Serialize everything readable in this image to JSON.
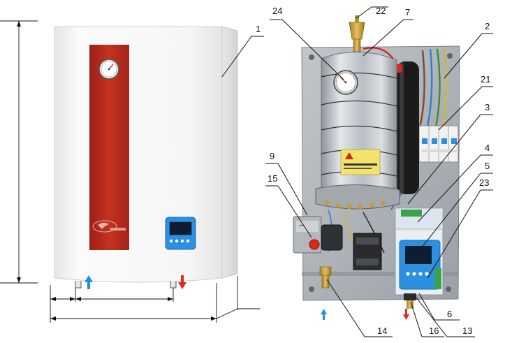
{
  "callouts": {
    "c1": "1",
    "c2": "2",
    "c3": "3",
    "c4": "4",
    "c5": "5",
    "c6": "6",
    "c7": "7",
    "c9": "9",
    "c13": "13",
    "c14": "14",
    "c15": "15",
    "c16": "16",
    "c21": "21",
    "c22": "22",
    "c23": "23",
    "c24": "24"
  },
  "colors": {
    "panel_red": "#b8291e",
    "casing_white": "#f4f4f4",
    "flow_blue": "#1f8fe0",
    "flow_red": "#e0271c",
    "insulation_silver": "#c9cdd2",
    "backplate_grey": "#a9aeb3",
    "display_blue": "#2c8fe0"
  },
  "icons": {
    "inlet_arrow": "arrow-up-icon",
    "outlet_arrow": "arrow-down-icon"
  }
}
